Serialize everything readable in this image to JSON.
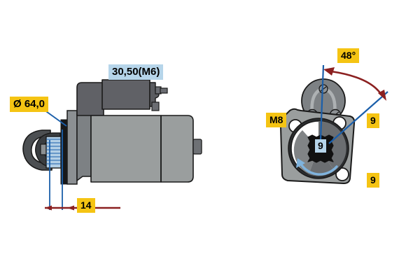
{
  "document": {
    "type": "technical-drawing",
    "subject": "starter motor dimensional drawing",
    "background_color": "#ffffff"
  },
  "palette": {
    "callout_yellow": "#f5c413",
    "callout_blue": "#b6d5ea",
    "body_gray": "#9a9e9e",
    "dark_gray": "#606166",
    "mid_gray": "#7d8184",
    "light_gray": "#b9bcbd",
    "outline_black": "#1a1a1a",
    "dimension_red": "#8b2020",
    "dimension_blue": "#1b5faa",
    "pinion_blue": "#a9cbe8",
    "arrow_blue": "#7fb3dd"
  },
  "views": {
    "side": {
      "name": "side-view",
      "callouts": [
        {
          "id": "diameter",
          "text": "Ø 64,0",
          "style": "yellow"
        },
        {
          "id": "terminal-bolt",
          "text": "30,50(M6)",
          "style": "blue"
        },
        {
          "id": "length-14",
          "text": "14",
          "style": "yellow"
        }
      ]
    },
    "front": {
      "name": "front-view",
      "callouts": [
        {
          "id": "angle",
          "text": "48°",
          "style": "yellow"
        },
        {
          "id": "thread-m8",
          "text": "M8",
          "style": "yellow"
        },
        {
          "id": "teeth-right",
          "text": "9",
          "style": "yellow"
        },
        {
          "id": "teeth-bottom",
          "text": "9",
          "style": "yellow"
        },
        {
          "id": "teeth-pinion",
          "text": "9",
          "style": "blue"
        }
      ]
    }
  }
}
